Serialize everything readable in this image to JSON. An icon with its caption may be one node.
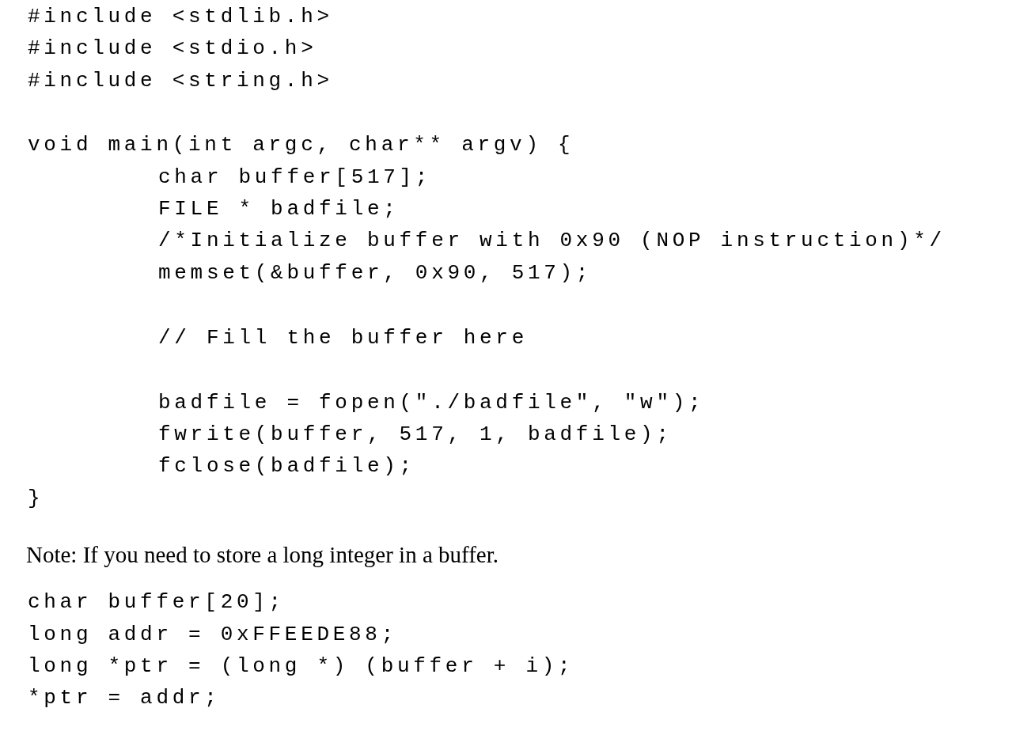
{
  "diagram": {
    "labels": [
      "#include <stdlib.h>",
      "#include <stdio.h>",
      "#include <string.h>",
      "void main(int argc, char** argv) {",
      "char buffer[517];",
      "FILE * badfile;",
      "/*Initialize buffer with 0x90 (NOP instruction)*/",
      "memset(&buffer, 0x90, 517);",
      "// Fill the buffer here",
      "badfile = fopen(\"./badfile\", \"w\");",
      "fwrite(buffer, 517, 1, badfile);",
      "fclose(badfile);",
      "}",
      "Note: If you need to store a long integer in a buffer.",
      "char buffer[20];",
      "long addr = 0xFFEEDE88;",
      "long *ptr = (long *) (buffer + i);",
      "*ptr = addr;"
    ]
  }
}
